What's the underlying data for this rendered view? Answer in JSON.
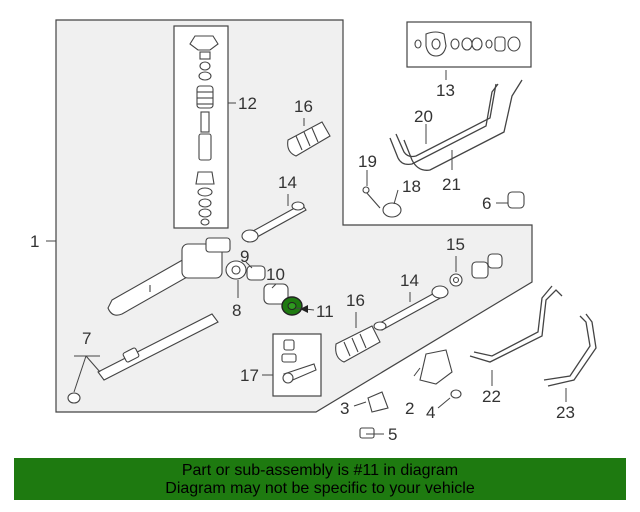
{
  "callouts": {
    "c1": "1",
    "c2": "2",
    "c3": "3",
    "c4": "4",
    "c5": "5",
    "c6": "6",
    "c7": "7",
    "c8": "8",
    "c9": "9",
    "c10": "10",
    "c11": "11",
    "c12": "12",
    "c13": "13",
    "c14a": "14",
    "c14b": "14",
    "c15": "15",
    "c16a": "16",
    "c16b": "16",
    "c17": "17",
    "c18": "18",
    "c19": "19",
    "c20": "20",
    "c21": "21",
    "c22": "22",
    "c23": "23"
  },
  "highlight_color": "#1e7a10",
  "banner": {
    "line1": "Part or sub-assembly is #11 in diagram",
    "line2": "Diagram may not be specific to your vehicle",
    "background": "#1e7a10"
  }
}
